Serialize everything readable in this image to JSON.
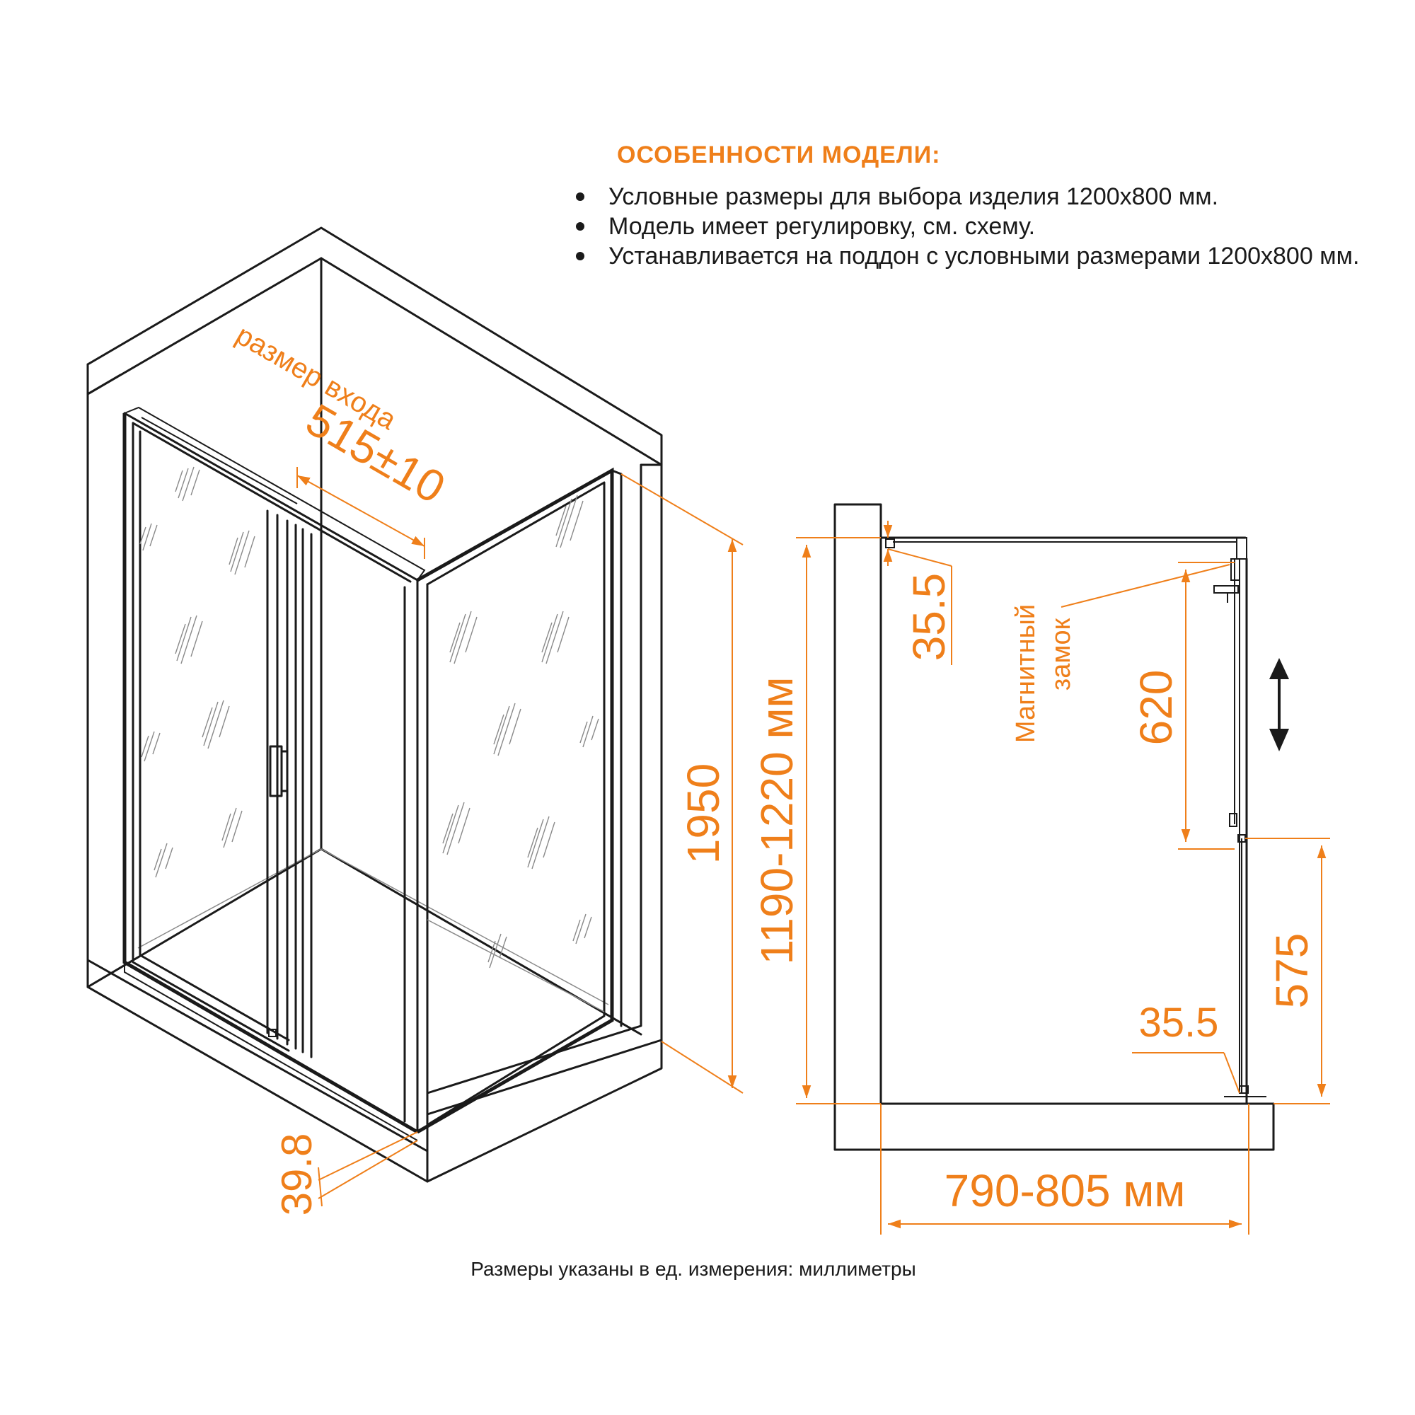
{
  "features": {
    "title": "ОСОБЕННОСТИ МОДЕЛИ:",
    "items": [
      "Условные размеры для выбора изделия 1200х800 мм.",
      "Модель имеет регулировку, см. схему.",
      "Устанавливается на поддон с условными размерами 1200х800 мм."
    ]
  },
  "iso": {
    "entry_label": "размер входа",
    "entry_value": "515±10",
    "height": "1950",
    "bottom_offset": "39.8"
  },
  "side": {
    "width_range": "1190-1220 мм",
    "top_gap": "35.5",
    "lock_label_1": "Магнитный",
    "lock_label_2": "замок",
    "upper_height": "620",
    "lower_height": "575",
    "bottom_gap": "35.5",
    "depth_range": "790-805 мм"
  },
  "footnote": "Размеры указаны в ед. измерения: миллиметры",
  "colors": {
    "accent": "#ef7f1a",
    "line": "#1a1a1a"
  }
}
